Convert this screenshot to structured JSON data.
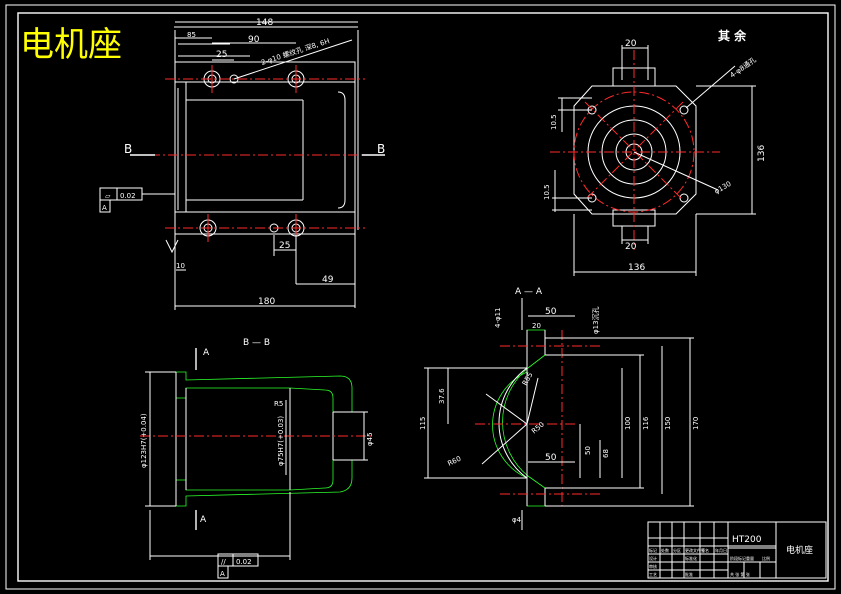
{
  "title": "电机座",
  "top_view": {
    "dims": {
      "d148": "148",
      "d85": "85",
      "d90": "90",
      "d25a": "25",
      "d25b": "25",
      "d10": "10",
      "d49": "49",
      "d180": "180"
    },
    "hole_note": "2-φ10 螺纹孔 深8, 6H",
    "section_mark": "B",
    "tol_symbol": "▱",
    "tol_value": "0.02",
    "tol_datum": "A"
  },
  "side_view": {
    "note": "其  余",
    "dims": {
      "d20a": "20",
      "d20b": "20",
      "d105a": "10.5",
      "d105b": "10.5",
      "d136a": "136",
      "d136b": "136",
      "d130": "φ130"
    },
    "hole_note": "4-φ8通孔"
  },
  "section_bb": {
    "label": "B — B",
    "section_mark": "A",
    "dims": {
      "d123": "φ123H7(+0.04)",
      "d75": "φ75H7(+0.03)",
      "d45": "φ45",
      "r5": "R5"
    },
    "tol_symbol": "//",
    "tol_value": "0.02",
    "tol_datum": "A"
  },
  "section_aa": {
    "label": "A — A",
    "dims": {
      "d50a": "50",
      "d50b": "50",
      "d20": "20",
      "d4": "4-φ11",
      "d13": "φ13沉孔",
      "d376": "37.6",
      "d115": "115",
      "r50": "R50",
      "r55": "R55",
      "r60": "R60",
      "d50c": "50",
      "d68": "68",
      "d100": "100",
      "d116": "116",
      "d150": "150",
      "d170": "170",
      "d4b": "φ4"
    }
  },
  "title_block": {
    "material": "HT200",
    "part_name": "电机座",
    "row_labels": [
      "标记",
      "处数",
      "分区",
      "更改文件号",
      "签名",
      "年月日"
    ],
    "row2": [
      "设计",
      "",
      "",
      "标准化",
      "",
      ""
    ],
    "row3": [
      "审核",
      "",
      "",
      "",
      "",
      ""
    ],
    "row4": [
      "工艺",
      "",
      "",
      "批准",
      "",
      ""
    ],
    "stage": "阶段标记",
    "weight": "重量",
    "scale": "比例",
    "sheets": "共 张  第 张"
  }
}
